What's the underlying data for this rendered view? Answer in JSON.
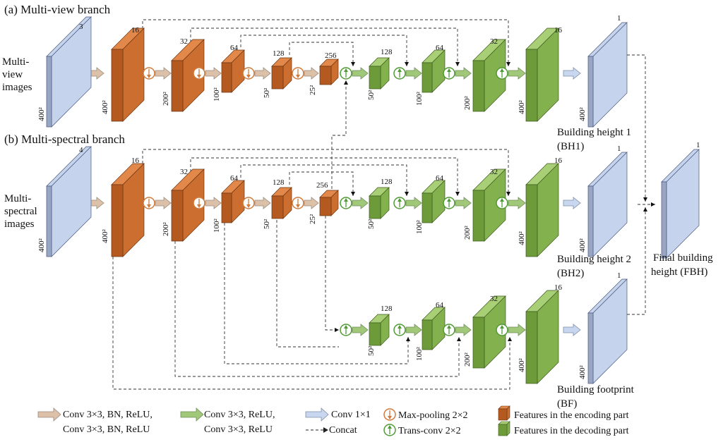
{
  "titles": {
    "a": "(a) Multi-view branch",
    "b": "(b) Multi-spectral branch"
  },
  "inputs": {
    "mv": [
      "Multi-",
      "view",
      "images"
    ],
    "ms": [
      "Multi-",
      "spectral",
      "images"
    ]
  },
  "channels": {
    "in_mv": "3",
    "in_ms": "4",
    "c16": "16",
    "c32": "32",
    "c64": "64",
    "c128": "128",
    "c256": "256",
    "c1": "1"
  },
  "sizes": {
    "s400": "400²",
    "s200": "200²",
    "s100": "100²",
    "s50": "50²",
    "s25": "25²"
  },
  "outputs": {
    "bh1": [
      "Building height 1",
      "(BH1)"
    ],
    "bh2": [
      "Building height 2",
      "(BH2)"
    ],
    "bf": [
      "Building footprint",
      "(BF)"
    ],
    "fbh": [
      "Final building",
      "height (FBH)"
    ]
  },
  "legend": {
    "conv_bn": [
      "Conv 3×3, BN, ReLU,",
      "Conv 3×3, BN, ReLU"
    ],
    "conv": [
      "Conv 3×3, ReLU,",
      "Conv 3×3, ReLU"
    ],
    "conv1": "Conv 1×1",
    "concat": "Concat",
    "maxpool": "Max-pooling 2×2",
    "transconv": "Trans-conv 2×2",
    "enc": "Features in the encoding part",
    "dec": "Features in the decoding part"
  },
  "colors": {
    "input_face": "#98a6c4",
    "input_side": "#c6d3ec",
    "enc_face": "#b45a20",
    "enc_top": "#e1884a",
    "enc_side": "#cb6e30",
    "dec_face": "#6e9b3a",
    "dec_top": "#a9cf76",
    "dec_side": "#83b14e",
    "arrow_tan": "#dcc0a8",
    "arrow_green": "#a1c879",
    "arrow_blue": "#c9d6ef",
    "maxpool": "#d07a3b",
    "transconv": "#4f9a34"
  }
}
